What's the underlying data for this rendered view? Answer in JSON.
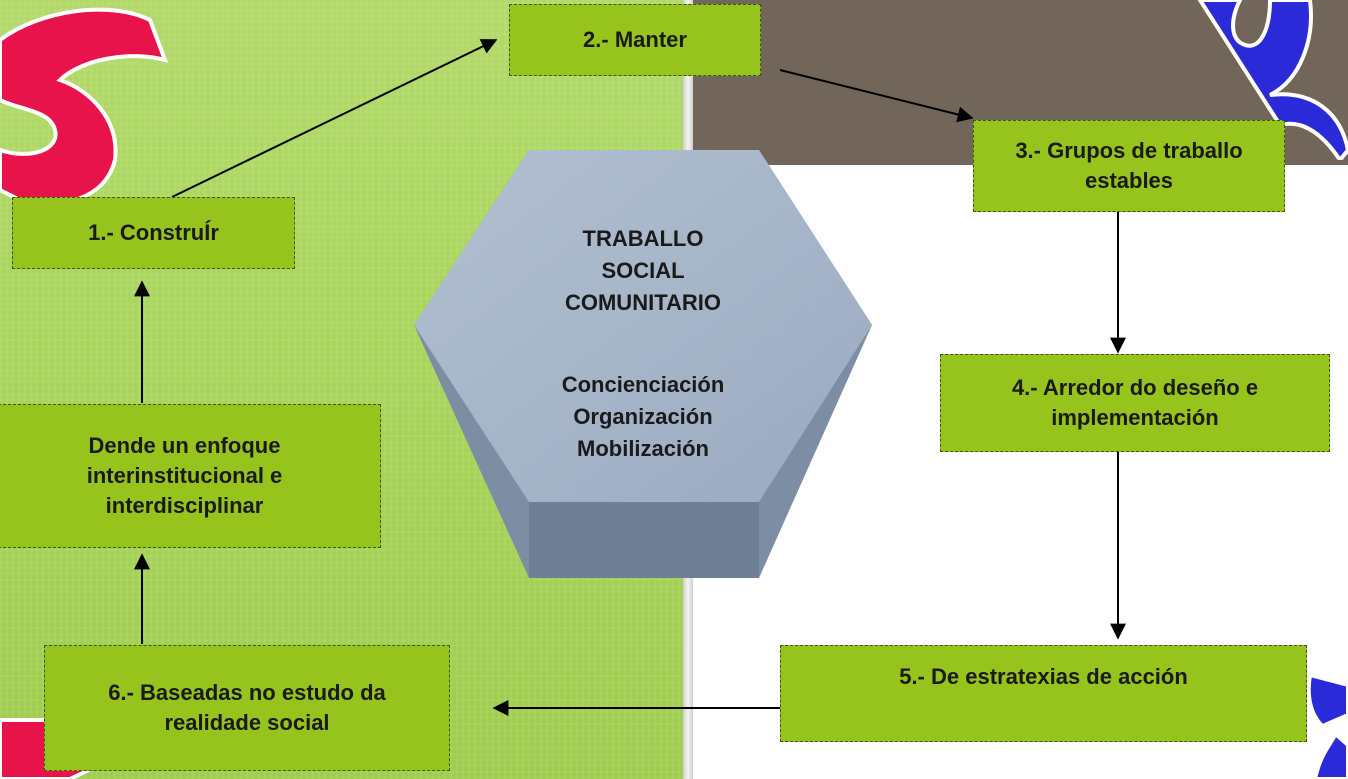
{
  "diagram": {
    "center": {
      "title": [
        "TRABALLO",
        "SOCIAL",
        "COMUNITARIO"
      ],
      "items": [
        "Concienciación",
        "Organización",
        "Mobilización"
      ]
    },
    "boxes": {
      "b1": "1.- ConstruÍr",
      "b2": "2.- Manter",
      "b3": "3.- Grupos de traballo estables",
      "b4": "4.- Arredor do deseño e implementación",
      "b5": "5.- De estratexias de acción",
      "b6": "6.- Baseadas no estudo da realidade social",
      "b7": "Dende un enfoque interinstitucional e interdisciplinar"
    }
  },
  "colors": {
    "box_fill": "#96c31c",
    "left_bg": "#a9d65e",
    "right_top_bg": "#72665a",
    "hexagon": "#a4b4c8",
    "decor_red": "#e8134b",
    "decor_blue": "#2a2ad8"
  }
}
